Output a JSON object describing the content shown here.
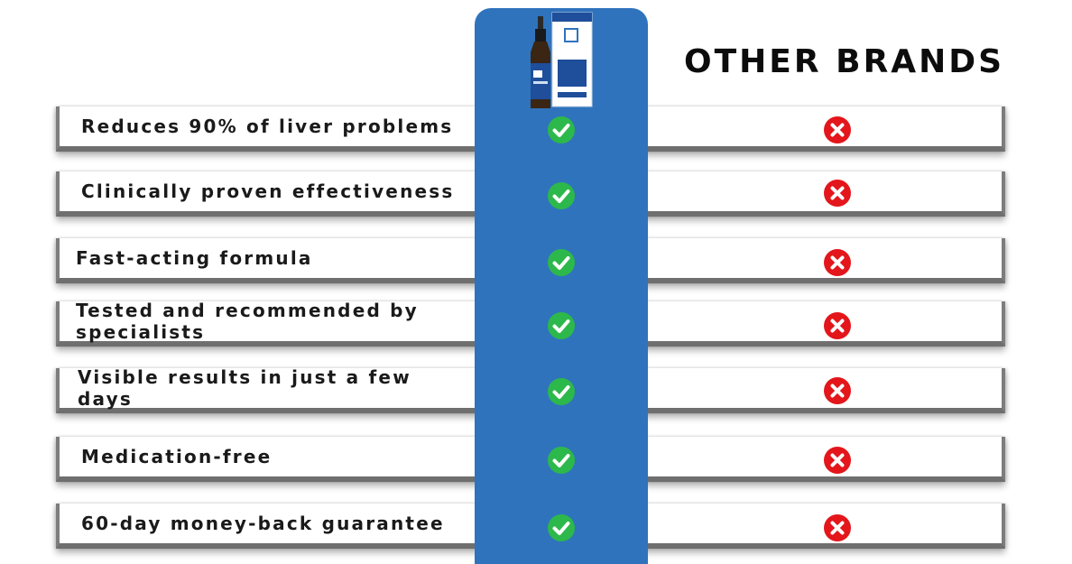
{
  "header": {
    "other_brands": "OTHER BRANDS"
  },
  "product": {
    "icon": "product-bottle-image"
  },
  "colors": {
    "accent": "#2f73bd",
    "check": "#2db84b",
    "cross": "#e3161b"
  },
  "rows": [
    {
      "label": "Reduces 90% of liver problems",
      "ours": "check-icon",
      "others": "cross-icon"
    },
    {
      "label": "Clinically proven effectiveness",
      "ours": "check-icon",
      "others": "cross-icon"
    },
    {
      "label": "Fast-acting formula",
      "ours": "check-icon",
      "others": "cross-icon"
    },
    {
      "label": "Tested and recommended by specialists",
      "ours": "check-icon",
      "others": "cross-icon"
    },
    {
      "label": "Visible results in just a few days",
      "ours": "check-icon",
      "others": "cross-icon"
    },
    {
      "label": "Medication-free",
      "ours": "check-icon",
      "others": "cross-icon"
    },
    {
      "label": "60-day money-back guarantee",
      "ours": "check-icon",
      "others": "cross-icon"
    }
  ]
}
